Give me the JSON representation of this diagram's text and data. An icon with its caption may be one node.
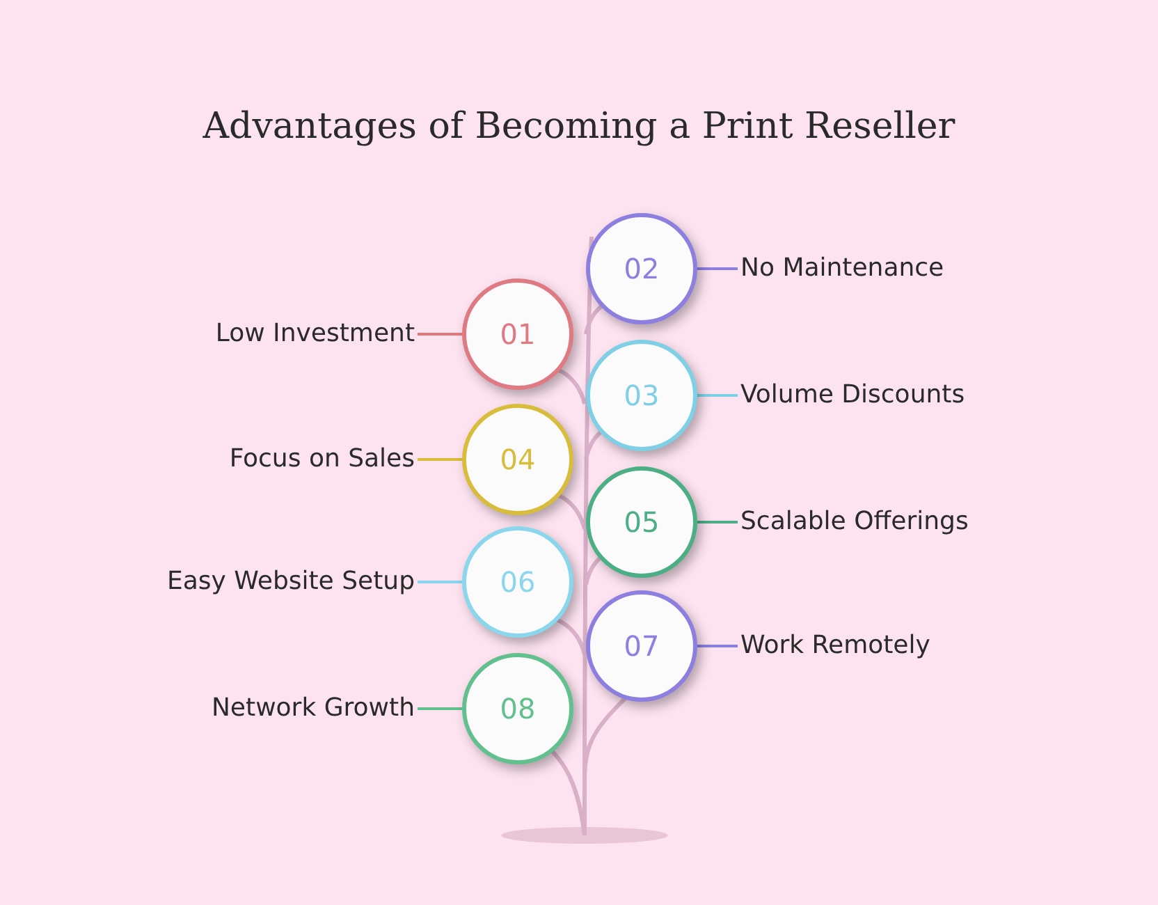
{
  "diagram": {
    "title": "Advantages of Becoming a Print Reseller",
    "nodes": [
      {
        "text": [
          "02"
        ]
      },
      {
        "text": [
          "No Maintenance"
        ]
      },
      {
        "text": [
          "01"
        ]
      },
      {
        "text": [
          "Low Investment"
        ]
      },
      {
        "text": [
          "03"
        ]
      },
      {
        "text": [
          "Volume Discounts"
        ]
      },
      {
        "text": [
          "04"
        ]
      },
      {
        "text": [
          "Focus on Sales"
        ]
      },
      {
        "text": [
          "05"
        ]
      },
      {
        "text": [
          "Scalable Offerings"
        ]
      },
      {
        "text": [
          "06"
        ]
      },
      {
        "text": [
          "Easy Website Setup"
        ]
      },
      {
        "text": [
          "07"
        ]
      },
      {
        "text": [
          "Work Remotely"
        ]
      },
      {
        "text": [
          "08"
        ]
      },
      {
        "text": [
          "Network Growth"
        ]
      }
    ],
    "edges": [
      {
        "from": 1,
        "to": 0,
        "arrow": "none",
        "color": "#8d7fe0"
      },
      {
        "from": 3,
        "to": 2,
        "arrow": "none",
        "color": "#e07a82"
      },
      {
        "from": 5,
        "to": 4,
        "arrow": "none",
        "color": "#7fd0e6"
      },
      {
        "from": 7,
        "to": 6,
        "arrow": "none",
        "color": "#d8bd3c"
      },
      {
        "from": 9,
        "to": 8,
        "arrow": "none",
        "color": "#4cae84"
      },
      {
        "from": 11,
        "to": 10,
        "arrow": "none",
        "color": "#8ad6ec"
      },
      {
        "from": 13,
        "to": 12,
        "arrow": "none",
        "color": "#8d7fe0"
      },
      {
        "from": 15,
        "to": 14,
        "arrow": "none",
        "color": "#62c08f"
      }
    ]
  }
}
